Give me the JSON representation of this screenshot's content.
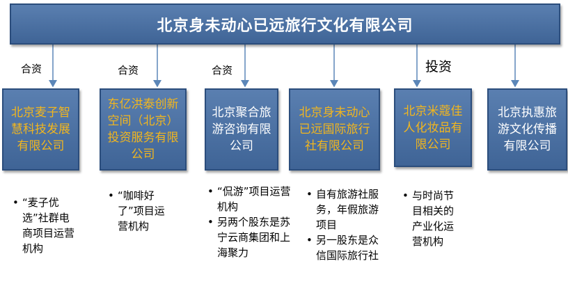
{
  "parent": {
    "name": "北京身未动心已远旅行文化有限公司"
  },
  "relations": [
    "合资",
    "合资",
    "合资",
    "投资"
  ],
  "subsidiaries": [
    {
      "name": "北京麦子智慧科技发展有限公司",
      "color": "#f2b61e",
      "notes": [
        "“麦子优选”社群电商项目运营机构"
      ]
    },
    {
      "name": "东亿洪泰创新空间（北京）投资服务有限公司",
      "color": "#f2b61e",
      "notes": [
        "“咖啡好了”项目运营机构"
      ]
    },
    {
      "name": "北京聚合旅游咨询有限公司",
      "color": "#ffffff",
      "notes": [
        "“侃游”项目运营机构",
        "另两个股东是苏宁云商集团和上海聚力"
      ]
    },
    {
      "name": "北京身未动心已远国际旅行社有限公司",
      "color": "#f2b61e",
      "notes": [
        "自有旅游社服务，年假旅游项目",
        "另一股东是众信国际旅行社"
      ]
    },
    {
      "name": "北京米蔻佳人化妆品有限公司",
      "color": "#f2b61e",
      "notes": [
        "与时尚节目相关的产业化运营机构"
      ]
    },
    {
      "name": "北京执惠旅游文化传播有限公司",
      "color": "#ffffff",
      "notes": []
    }
  ],
  "colors": {
    "box_fill": "#4a6fa5",
    "box_border": "#2b4d7c",
    "arrow": "#5b86b8",
    "highlight_text": "#f2b61e"
  }
}
